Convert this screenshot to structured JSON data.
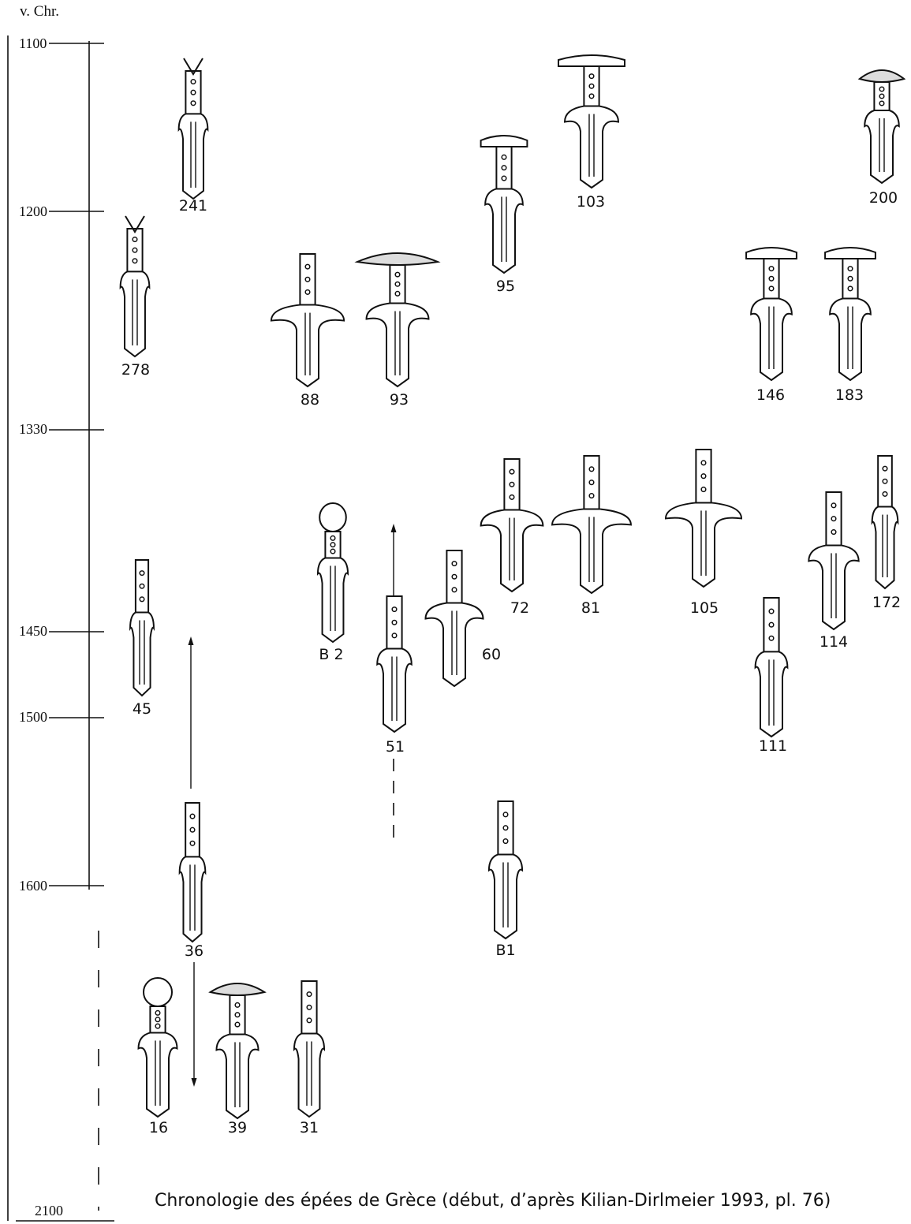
{
  "axis": {
    "heading": "v. Chr.",
    "ticks": [
      {
        "label": "1100",
        "year": 1100
      },
      {
        "label": "1200",
        "year": 1200
      },
      {
        "label": "1330",
        "year": 1330
      },
      {
        "label": "1450",
        "year": 1450
      },
      {
        "label": "1500",
        "year": 1500
      },
      {
        "label": "1600",
        "year": 1600
      },
      {
        "label": "2100",
        "year": 2100
      }
    ]
  },
  "swords": [
    {
      "id": "241",
      "label": "241",
      "type": "horned"
    },
    {
      "id": "278",
      "label": "278",
      "type": "horned"
    },
    {
      "id": "88",
      "label": "88",
      "type": "cross"
    },
    {
      "id": "93",
      "label": "93",
      "type": "mushroom"
    },
    {
      "id": "95",
      "label": "95",
      "type": "tpommel"
    },
    {
      "id": "103",
      "label": "103",
      "type": "tpommel"
    },
    {
      "id": "200",
      "label": "200",
      "type": "mushroom"
    },
    {
      "id": "146",
      "label": "146",
      "type": "tpommel"
    },
    {
      "id": "183",
      "label": "183",
      "type": "tpommel"
    },
    {
      "id": "72",
      "label": "72",
      "type": "cross"
    },
    {
      "id": "81",
      "label": "81",
      "type": "cross"
    },
    {
      "id": "105",
      "label": "105",
      "type": "cross"
    },
    {
      "id": "172",
      "label": "172",
      "type": "tang"
    },
    {
      "id": "114",
      "label": "114",
      "type": "cross"
    },
    {
      "id": "111",
      "label": "111",
      "type": "tang"
    },
    {
      "id": "B2",
      "label": "B 2",
      "type": "knob"
    },
    {
      "id": "60",
      "label": "60",
      "type": "cross"
    },
    {
      "id": "51",
      "label": "51",
      "type": "tang"
    },
    {
      "id": "45",
      "label": "45",
      "type": "tang"
    },
    {
      "id": "36",
      "label": "36",
      "type": "tang"
    },
    {
      "id": "B1",
      "label": "B1",
      "type": "tang"
    },
    {
      "id": "16",
      "label": "16",
      "type": "knob"
    },
    {
      "id": "39",
      "label": "39",
      "type": "mushroom"
    },
    {
      "id": "31",
      "label": "31",
      "type": "tang"
    }
  ],
  "caption": "Chronologie des épées de Grèce (début, d’après Kilian-Dirlmeier 1993, pl. 76)"
}
